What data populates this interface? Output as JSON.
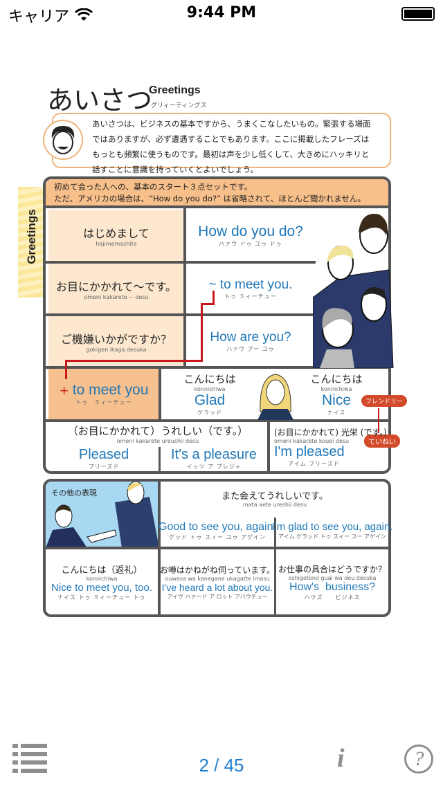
{
  "status_bar": {
    "carrier": "キャリア",
    "time": "9:44 PM"
  },
  "page": {
    "title_jp": "あいさつ",
    "title_en": "Greetings",
    "title_kana": "グリィーティングス",
    "intro": [
      "あいさつは、ビジネスの基本ですから、うまくこなしたいもの。緊張する場面",
      "ではありますが、必ず遭遇することでもあります。ここに掲載したフレーズは",
      "もっとも頻繁に使うものです。最初は声を少し低くして、大きめにハッキリと",
      "話すことに意識を持っていくとよいでしょう。"
    ],
    "side_tab": "Greetings",
    "box_header": [
      "初めて会った人への、基本のスタート３点セットです。",
      "ただ、アメリカの場合は、“How do you do?” は省略されて、ほとんど聞かれません。"
    ],
    "rows": [
      {
        "jp": "はじめまして",
        "romaji": "hajimemashite",
        "en": "How do you do?",
        "kana": "ハァウ ドゥ ユゥ ドゥ"
      },
      {
        "jp": "お目にかかれて〜です。",
        "romaji": "omeni kakarete ~ desu",
        "en": "~ to meet you.",
        "kana": "トゥ ミィーチュー"
      },
      {
        "jp": "ご機嫌いかがですか？",
        "romaji": "gokigen ikaga desuka",
        "en": "How are you?",
        "kana": "ハァウ アー ユゥ"
      }
    ],
    "plus": {
      "sign": "+",
      "en": "to meet you",
      "kana": "トゥ　ミィーチュー"
    },
    "glad": {
      "jp": "こんにちは",
      "romaji": "konnichiwa",
      "en": "Glad",
      "kana": "グラッド"
    },
    "nice": {
      "jp": "こんにちは",
      "romaji": "konnichiwa",
      "en": "Nice",
      "kana": "ナイス"
    },
    "badges": {
      "friendly": "フレンドリー",
      "polite": "ていねい"
    },
    "pleased_heading": {
      "jp": "（お目にかかれて）うれしい（です。）",
      "romaji": "omeni kakarete ureushii desu"
    },
    "pleased": {
      "en": "Pleased",
      "kana": "プリーズド"
    },
    "pleasure": {
      "en": "It's a pleasure",
      "kana": "イッツ ア プレジャ"
    },
    "kouei": {
      "jp": "(お目にかかれて) 光栄 (です。)",
      "romaji": "omeni kakarete kouei desu",
      "en": "I'm pleased",
      "kana": "アイム プリーズド"
    },
    "other_label": "その他の表現",
    "again": {
      "jp": "また会えてうれしいです。",
      "romaji": "mata aete ureshii desu",
      "a_en": "Good to see you, again.",
      "a_kana": "グッド トゥ スィー ユゥ アゲイン",
      "b_en": "I'm glad to see you, again.",
      "b_kana": "アイム グラッド トゥ スィー ユー アゲイン"
    },
    "bottom": [
      {
        "jp": "こんにちは（返礼）",
        "romaji": "konnichiwa",
        "en": "Nice to meet you, too.",
        "kana": "ナイス トゥ ミィーチュー トゥ"
      },
      {
        "jp": "お噂はかねがね伺っています。",
        "romaji": "ouwasa wa kanegane ukagatte imasu",
        "en": "I've heard a lot about you.",
        "kana": "アイヴ ハァード ア ロット アバウチュー"
      },
      {
        "jp": "お仕事の具合はどうですか？",
        "romaji": "oshigotono guai wa dou desuka",
        "en": "How's  business?",
        "kana": "ハウズ　　ビジネス"
      }
    ]
  },
  "toolbar": {
    "page_indicator": "2 / 45",
    "info": "i",
    "help": "?"
  }
}
